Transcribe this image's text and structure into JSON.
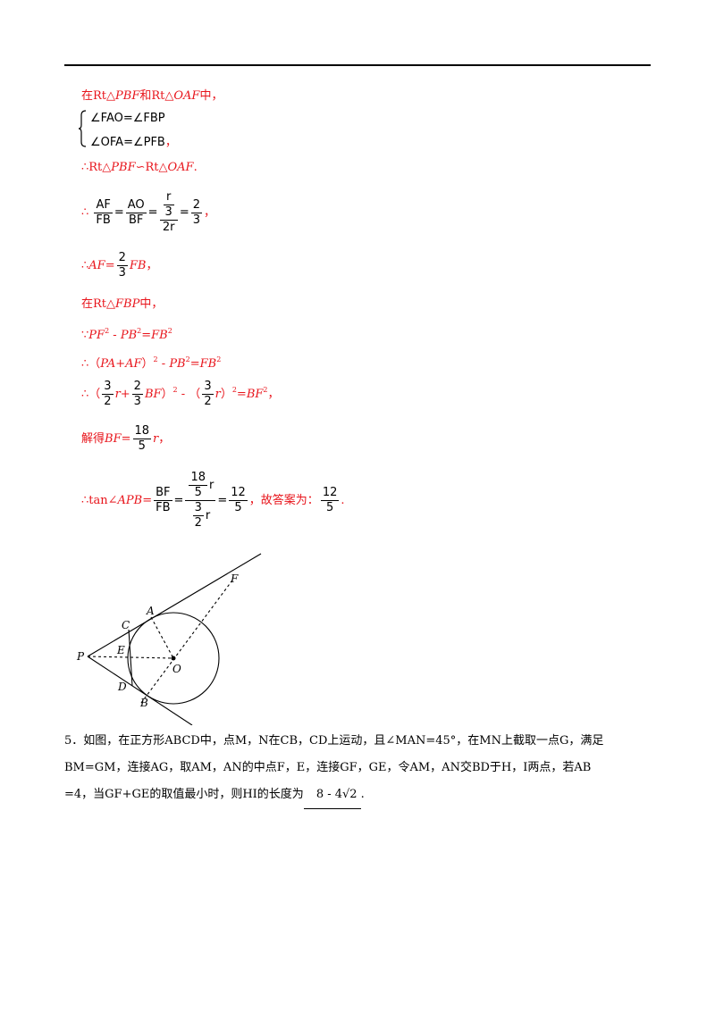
{
  "line1": {
    "a": "在Rt△",
    "b": "PBF",
    "c": "和Rt△",
    "d": "OAF",
    "e": "中，"
  },
  "system": {
    "row1": "∠FAO=∠FBP",
    "row2": "∠OFA=∠PFB",
    "row2_end": "，"
  },
  "line3": {
    "a": "∴Rt△",
    "b": "PBF",
    "c": "∽Rt△",
    "d": "OAF",
    "e": "."
  },
  "line4": {
    "therefore": "∴",
    "f1n": "AF",
    "f1d": "FB",
    "eq": "=",
    "f2n": "AO",
    "f2d": "BF",
    "f3nn": "r",
    "f3nd": "3",
    "f3d": "2",
    "f3r": "r",
    "f4n": "2",
    "f4d": "3",
    "end": "，"
  },
  "line5": {
    "a": "∴",
    "b": "AF",
    "c": "=",
    "fn": "2",
    "fd": "3",
    "d": "FB",
    "e": "，"
  },
  "line6": {
    "a": "在Rt△",
    "b": "FBP",
    "c": "中，"
  },
  "line7": {
    "a": "∵",
    "b": "PF",
    "s1": "2",
    "c": " - ",
    "d": "PB",
    "s2": "2",
    "e": "=",
    "f": "FB",
    "s3": "2"
  },
  "line8": {
    "a": "∴（",
    "b": "PA+AF",
    "c": "）",
    "s1": "2",
    "d": " - ",
    "e": "PB",
    "s2": "2",
    "f": "=",
    "g": "FB",
    "s3": "2"
  },
  "line9": {
    "a": "∴（",
    "f1n": "3",
    "f1d": "2",
    "b": "r+",
    "f2n": "2",
    "f2d": "3",
    "c": "BF",
    "d": "）",
    "s1": "2",
    "e": " - （",
    "f3n": "3",
    "f3d": "2",
    "g": "r",
    "h": "）",
    "s2": "2",
    "i": "=",
    "j": "BF",
    "s3": "2",
    "k": "，"
  },
  "line10": {
    "a": "解得",
    "b": "BF",
    "c": "=",
    "fn": "18",
    "fd": "5",
    "d": "r",
    "e": "，"
  },
  "line11": {
    "a": "∴tan∠",
    "b": "APB",
    "c": "=",
    "f1n": "BF",
    "f1d": "FB",
    "eq": "=",
    "f2nn": "18",
    "f2nd": "5",
    "f2nr": "r",
    "f2dn": "3",
    "f2dd": "2",
    "f2dr": "r",
    "f3n": "12",
    "f3d": "5",
    "d": "，故答案为：",
    "f4n": "12",
    "f4d": "5",
    "e": "."
  },
  "figure": {
    "labels": {
      "P": "P",
      "C": "C",
      "A": "A",
      "E": "E",
      "O": "O",
      "D": "D",
      "B": "B",
      "F": "F"
    }
  },
  "question": {
    "num": "5．",
    "text1": "如图，在正方形ABCD中，点M，N在CB，CD上运动，且∠MAN=45°，在MN上截取一点G，满足",
    "text2": "BM=GM，连接AG，取AM，AN的中点F，E，连接GF，GE，令AM，AN交BD于H，I两点，若AB",
    "text3": "=4，当GF+GE的取值最小时，则HI的长度为",
    "answer": "8 - 4√2",
    "end": "."
  }
}
